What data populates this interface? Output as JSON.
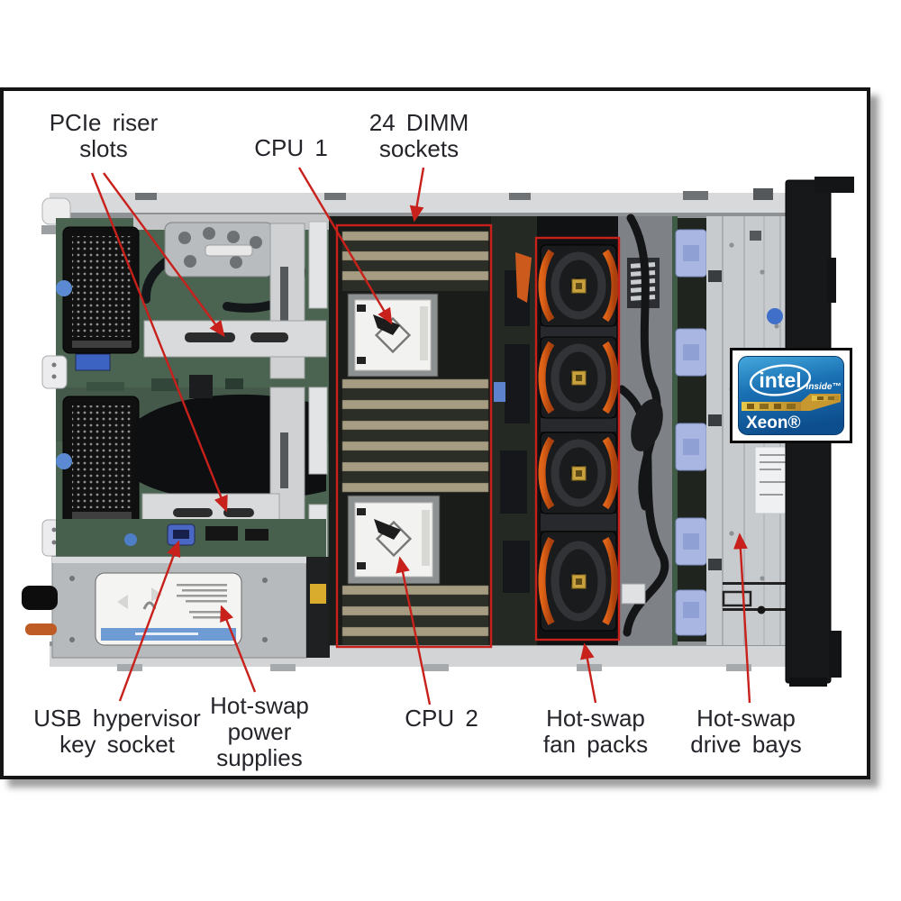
{
  "figure": {
    "description": "Server internal top view with component callouts",
    "annotation_color": "#c8201b",
    "frame_border_color": "#151515",
    "background_color": "#ffffff"
  },
  "callouts": {
    "pcie_riser_slots": {
      "line1": "PCIe riser",
      "line2": "slots"
    },
    "cpu1": {
      "line1": "CPU 1"
    },
    "dimm_sockets": {
      "line1": "24 DIMM",
      "line2": "sockets"
    },
    "usb_hypervisor": {
      "line1": "USB hypervisor",
      "line2": "key socket"
    },
    "power_supplies": {
      "line1": "Hot-swap",
      "line2": "power",
      "line3": "supplies"
    },
    "cpu2": {
      "line1": "CPU 2"
    },
    "fan_packs": {
      "line1": "Hot-swap",
      "line2": "fan packs"
    },
    "drive_bays": {
      "line1": "Hot-swap",
      "line2": "drive bays"
    }
  },
  "badge": {
    "brand": "intel",
    "tagline": "inside™",
    "product": "Xeon®",
    "badge_blue_top": "#45a8dc",
    "badge_blue_bottom": "#0d4f8e",
    "stripe_gold": "#d8b43c"
  },
  "highlight_boxes": {
    "dimm_region": "24 DIMM sockets region",
    "fan_region": "Hot-swap fan packs region"
  }
}
